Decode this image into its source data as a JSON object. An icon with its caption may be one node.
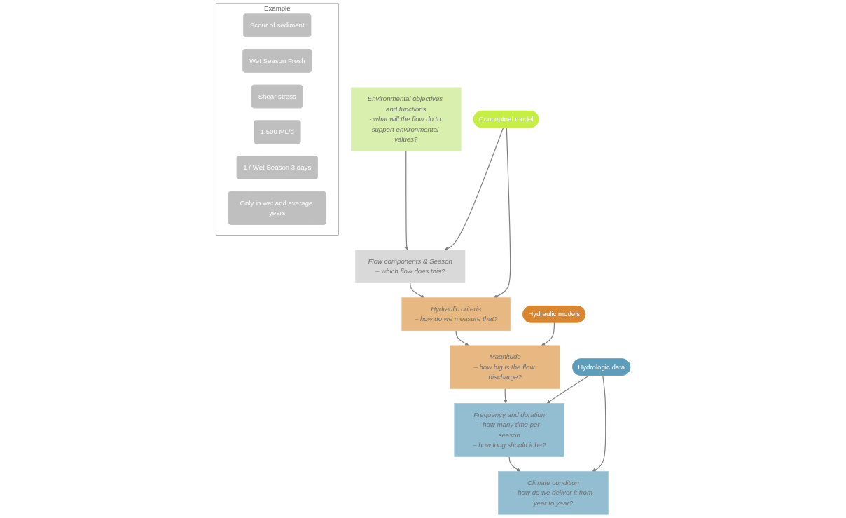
{
  "diagram": {
    "nodes": [
      {
        "text": [
          "Environmental objectives and functions",
          "- what will the flow do to support environmental values?"
        ]
      },
      {
        "text": [
          "Flow components  & Season",
          "– which flow does this?"
        ]
      },
      {
        "text": [
          "Hydraulic criteria",
          "– how do we measure that?"
        ]
      },
      {
        "text": [
          "Magnitude",
          "– how big is the flow discharge?"
        ]
      },
      {
        "text": [
          "Frequency and duration",
          "– how many time per season",
          "– how long should it be?"
        ]
      },
      {
        "text": [
          "Climate condition",
          "– how do we deliver it from year to year?"
        ]
      },
      {
        "text": [
          "Conceptual model"
        ]
      },
      {
        "text": [
          "Hydraulic models"
        ]
      },
      {
        "text": [
          "Hydrologic data"
        ]
      },
      {
        "text": [
          "Example"
        ]
      },
      {
        "text": [
          "Scour of sediment"
        ],
        "in": 9
      },
      {
        "text": [
          "Wet Season Fresh"
        ],
        "in": 9
      },
      {
        "text": [
          "Shear stress"
        ],
        "in": 9
      },
      {
        "text": [
          "1,500 ML/d"
        ],
        "in": 9
      },
      {
        "text": [
          "1 / Wet Season 3 days"
        ],
        "in": 9
      },
      {
        "text": [
          "Only in wet and average years"
        ],
        "in": 9
      }
    ],
    "edges": [
      {
        "from": 0,
        "to": 1,
        "arrow": "to"
      },
      {
        "from": 1,
        "to": 2,
        "arrow": "to"
      },
      {
        "from": 2,
        "to": 3,
        "arrow": "to"
      },
      {
        "from": 3,
        "to": 4,
        "arrow": "to"
      },
      {
        "from": 4,
        "to": 5,
        "arrow": "to"
      },
      {
        "from": 6,
        "to": 1,
        "arrow": "to"
      },
      {
        "from": 6,
        "to": 2,
        "arrow": "to"
      },
      {
        "from": 7,
        "to": 3,
        "arrow": "to"
      },
      {
        "from": 8,
        "to": 4,
        "arrow": "to"
      },
      {
        "from": 8,
        "to": 5,
        "arrow": "to"
      }
    ]
  }
}
